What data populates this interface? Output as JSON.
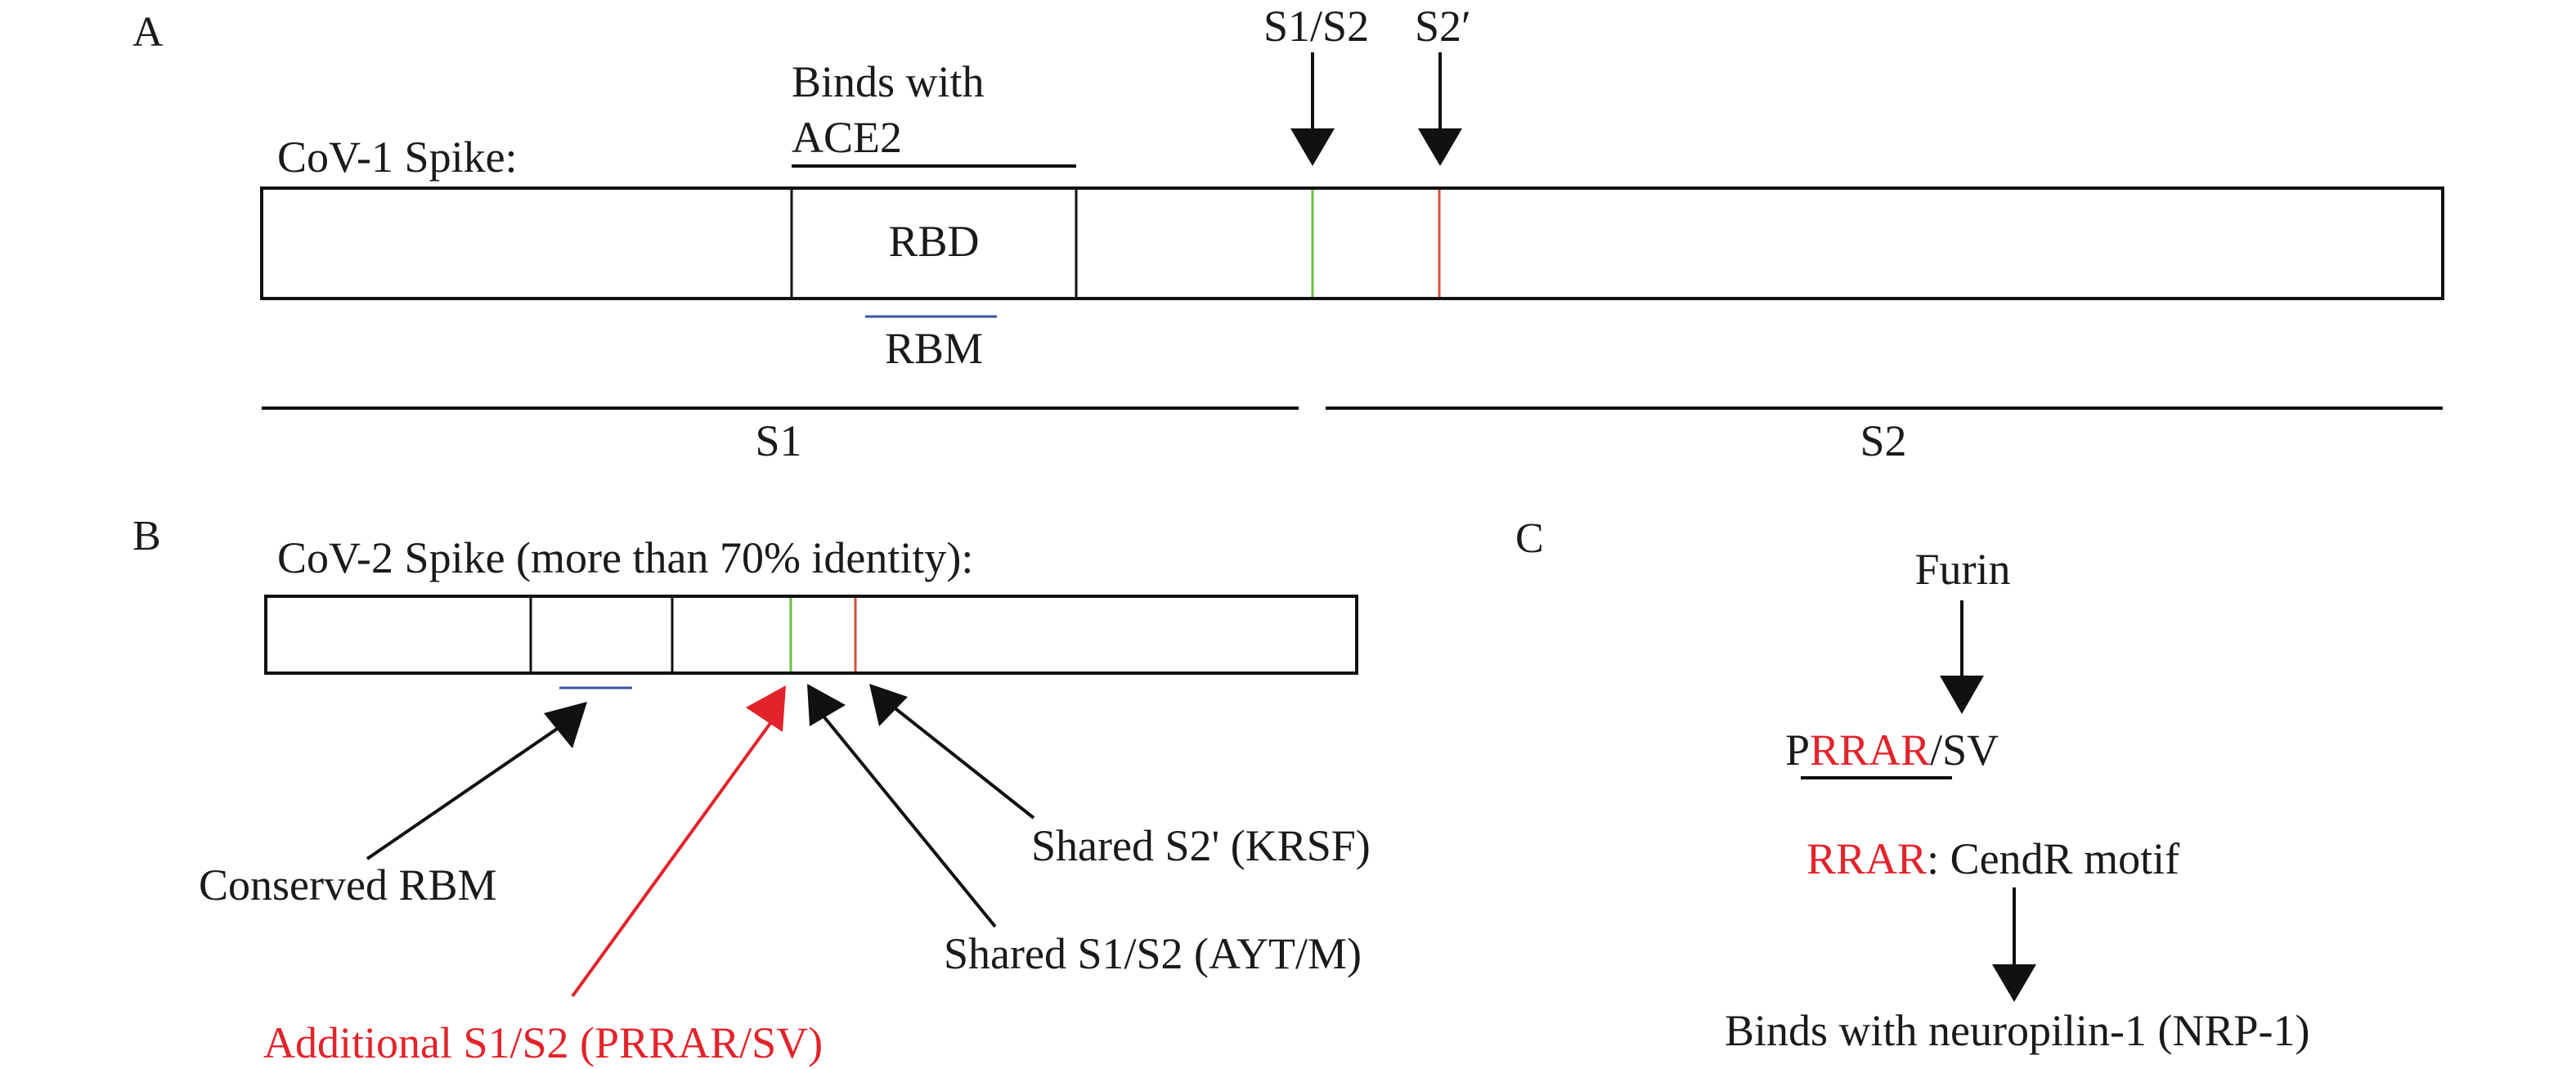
{
  "colors": {
    "ink": "#111111",
    "s1s2_site": "#6abf45",
    "s2prime_site": "#d9533e",
    "rbm": "#3a56a0",
    "highlight_red": "#e3232b"
  },
  "panel_a": {
    "letter": "A",
    "title": "CoV-1 Spike:",
    "binds_label_line1": "Binds with",
    "binds_label_line2": "ACE2",
    "rbd_label": "RBD",
    "rbm_label": "RBM",
    "cleavage_sites": [
      {
        "label": "S1/S2",
        "icon": "down-arrow-icon"
      },
      {
        "label": "S2′",
        "icon": "down-arrow-icon"
      }
    ],
    "subunits": [
      {
        "label": "S1"
      },
      {
        "label": "S2"
      }
    ]
  },
  "panel_b": {
    "letter": "B",
    "title": "CoV-2 Spike (more than 70% identity):",
    "annotations": [
      {
        "label": "Conserved RBM",
        "color": "ink"
      },
      {
        "label": "Additional S1/S2 (PRRAR/SV)",
        "color": "highlight_red"
      },
      {
        "label": "Shared S1/S2 (AYT/M)",
        "color": "ink"
      },
      {
        "label": "Shared S2' (KRSF)",
        "color": "ink"
      }
    ]
  },
  "panel_c": {
    "letter": "C",
    "enzyme": "Furin",
    "sequence": {
      "prefix": "P",
      "motif": "RRAR",
      "suffix": "/SV"
    },
    "motif_line": {
      "motif": "RRAR",
      "rest": ": CendR motif"
    },
    "outcome": "Binds with neuropilin-1 (NRP-1)"
  }
}
